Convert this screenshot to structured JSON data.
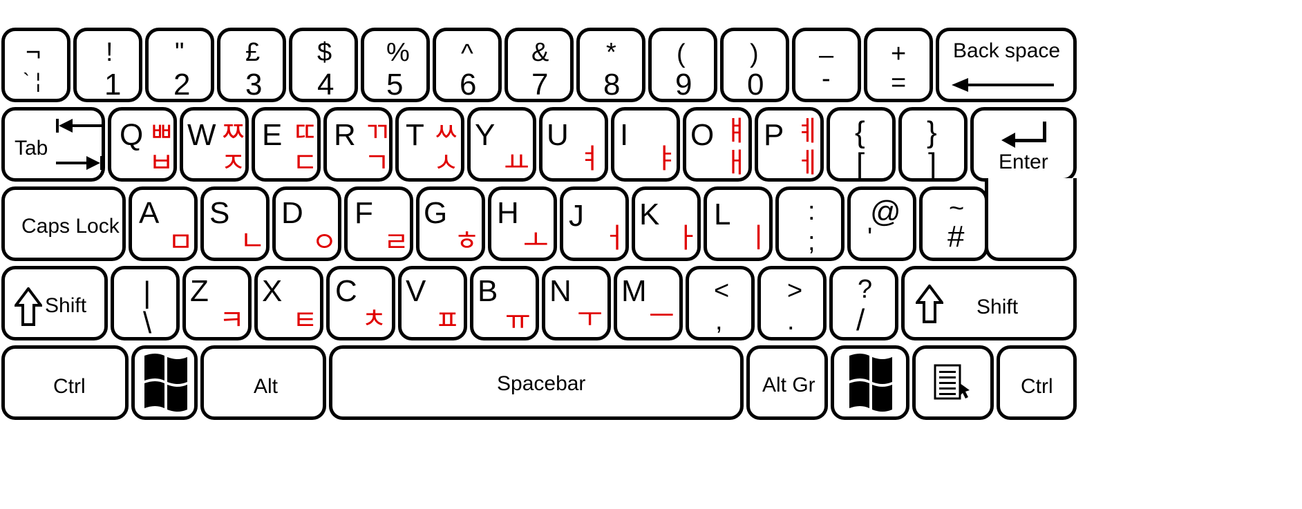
{
  "keyboard": {
    "row1": [
      {
        "top": "¬",
        "bottom": "` ¦"
      },
      {
        "top": "!",
        "bottom": "1"
      },
      {
        "top": "\"",
        "bottom": "2"
      },
      {
        "top": "£",
        "bottom": "3"
      },
      {
        "top": "$",
        "bottom": "4"
      },
      {
        "top": "%",
        "bottom": "5"
      },
      {
        "top": "^",
        "bottom": "6"
      },
      {
        "top": "&",
        "bottom": "7"
      },
      {
        "top": "*",
        "bottom": "8"
      },
      {
        "top": "(",
        "bottom": "9"
      },
      {
        "top": ")",
        "bottom": "0"
      },
      {
        "top": "–",
        "bottom": "-"
      },
      {
        "top": "+",
        "bottom": "="
      }
    ],
    "backspace_label": "Back space",
    "tab_label": "Tab",
    "row2": [
      {
        "latin": "Q",
        "hangul_shift": "ㅃ",
        "hangul": "ㅂ"
      },
      {
        "latin": "W",
        "hangul_shift": "ㅉ",
        "hangul": "ㅈ"
      },
      {
        "latin": "E",
        "hangul_shift": "ㄸ",
        "hangul": "ㄷ"
      },
      {
        "latin": "R",
        "hangul_shift": "ㄲ",
        "hangul": "ㄱ"
      },
      {
        "latin": "T",
        "hangul_shift": "ㅆ",
        "hangul": "ㅅ"
      },
      {
        "latin": "Y",
        "hangul_shift": "",
        "hangul": "ㅛ"
      },
      {
        "latin": "U",
        "hangul_shift": "",
        "hangul": "ㅕ"
      },
      {
        "latin": "I",
        "hangul_shift": "",
        "hangul": "ㅑ"
      },
      {
        "latin": "O",
        "hangul_shift": "ㅒ",
        "hangul": "ㅐ"
      },
      {
        "latin": "P",
        "hangul_shift": "ㅖ",
        "hangul": "ㅔ"
      }
    ],
    "brackets": [
      {
        "top": "{",
        "bottom": "["
      },
      {
        "top": "}",
        "bottom": "]"
      }
    ],
    "enter_label": "Enter",
    "caps_label": "Caps Lock",
    "row3": [
      {
        "latin": "A",
        "hangul": "ㅁ"
      },
      {
        "latin": "S",
        "hangul": "ㄴ"
      },
      {
        "latin": "D",
        "hangul": "ㅇ"
      },
      {
        "latin": "F",
        "hangul": "ㄹ"
      },
      {
        "latin": "G",
        "hangul": "ㅎ"
      },
      {
        "latin": "H",
        "hangul": "ㅗ"
      },
      {
        "latin": "J",
        "hangul": "ㅓ"
      },
      {
        "latin": "K",
        "hangul": "ㅏ"
      },
      {
        "latin": "L",
        "hangul": "ㅣ"
      }
    ],
    "row3_symbols": [
      {
        "top": ":",
        "bottom": ";"
      },
      {
        "top": "@",
        "bottom": "'"
      },
      {
        "top": "~",
        "bottom": "#"
      }
    ],
    "shift_label": "Shift",
    "row4_pipe": {
      "top": "|",
      "bottom": "\\"
    },
    "row4": [
      {
        "latin": "Z",
        "hangul": "ㅋ"
      },
      {
        "latin": "X",
        "hangul": "ㅌ"
      },
      {
        "latin": "C",
        "hangul": "ㅊ"
      },
      {
        "latin": "V",
        "hangul": "ㅍ"
      },
      {
        "latin": "B",
        "hangul": "ㅠ"
      },
      {
        "latin": "N",
        "hangul": "ㅜ"
      },
      {
        "latin": "M",
        "hangul": "ㅡ"
      }
    ],
    "row4_symbols": [
      {
        "top": "<",
        "bottom": ","
      },
      {
        "top": ">",
        "bottom": "."
      },
      {
        "top": "?",
        "bottom": "/"
      }
    ],
    "ctrl_label": "Ctrl",
    "alt_label": "Alt",
    "space_label": "Spacebar",
    "altgr_label": "Alt Gr",
    "icons": {
      "windows": "windows-logo-icon",
      "menu": "context-menu-icon",
      "arrow": "arrow-icon",
      "shift": "shift-arrow-icon"
    },
    "colors": {
      "hangul": "#e00000",
      "border": "#000000",
      "key": "#ffffff"
    }
  }
}
